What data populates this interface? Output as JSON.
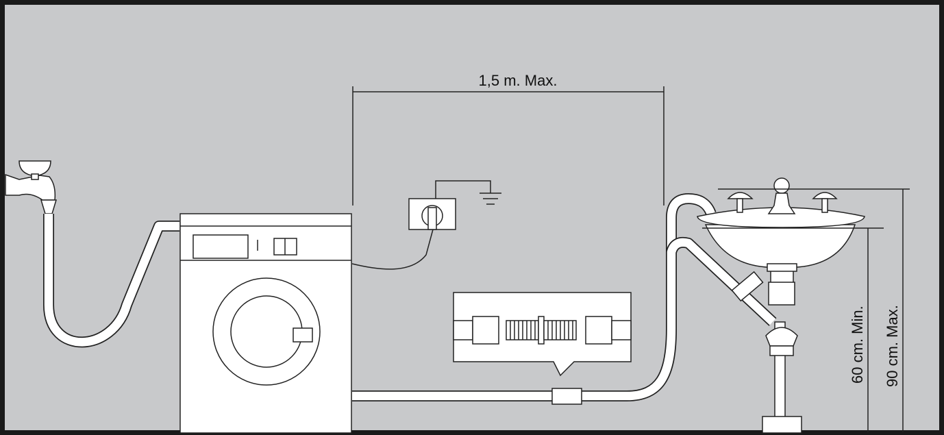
{
  "labels": {
    "distance_max": "1,5 m. Max.",
    "height_min": "60 cm. Min.",
    "height_max": "90 cm. Max."
  },
  "colors": {
    "background": "#c8c9cb",
    "frame": "#1a1a1a",
    "line": "#222222",
    "fill": "#ffffff"
  }
}
